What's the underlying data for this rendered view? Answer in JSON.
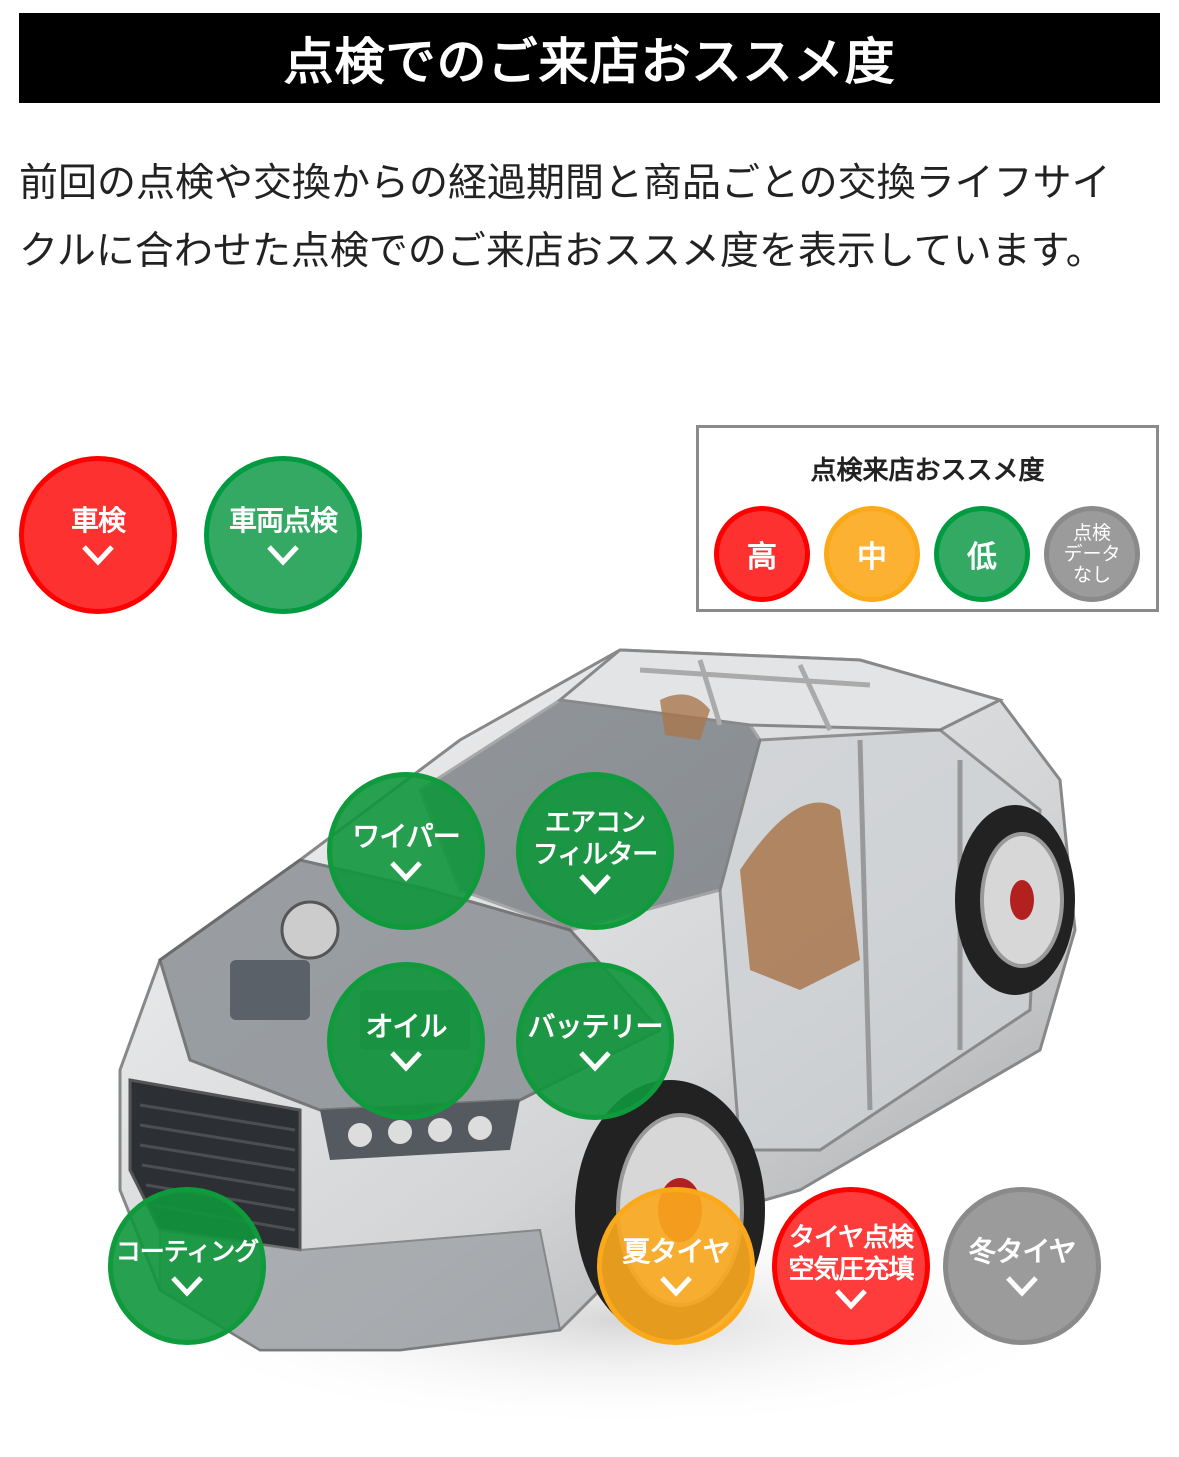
{
  "header": {
    "title": "点検でのご来店おススメ度"
  },
  "description": "前回の点検や交換からの経過期間と商品ごとの交換ライフサイクルに合わせた点検でのご来店おススメ度を表示しています。",
  "legend": {
    "title": "点検来店おススメ度",
    "levels": [
      {
        "label": "高",
        "level": "high",
        "color": "#fe3131"
      },
      {
        "label": "中",
        "level": "medium",
        "color": "#fcb132"
      },
      {
        "label": "低",
        "level": "low",
        "color": "#33a964"
      },
      {
        "label_lines": [
          "点検",
          "データ",
          "なし"
        ],
        "level": "no-data",
        "color": "#9b9b9b"
      }
    ]
  },
  "top_items": [
    {
      "label": "車検",
      "level": "high"
    },
    {
      "label": "車両点検",
      "level": "low"
    }
  ],
  "car_items": [
    {
      "label": "ワイパー",
      "level": "low"
    },
    {
      "label_lines": [
        "エアコン",
        "フィルター"
      ],
      "level": "low"
    },
    {
      "label": "オイル",
      "level": "low"
    },
    {
      "label": "バッテリー",
      "level": "low"
    },
    {
      "label": "コーティング",
      "level": "low"
    },
    {
      "label": "夏タイヤ",
      "level": "medium"
    },
    {
      "label_lines": [
        "タイヤ点検",
        "空気圧充填"
      ],
      "level": "high"
    },
    {
      "label": "冬タイヤ",
      "level": "no-data"
    }
  ],
  "icons": {
    "expand": "chevron-down-icon"
  },
  "colors": {
    "high": "#fe3131",
    "medium": "#fcb132",
    "low": "#33a964",
    "no_data": "#9b9b9b",
    "title_bg": "#000000"
  }
}
